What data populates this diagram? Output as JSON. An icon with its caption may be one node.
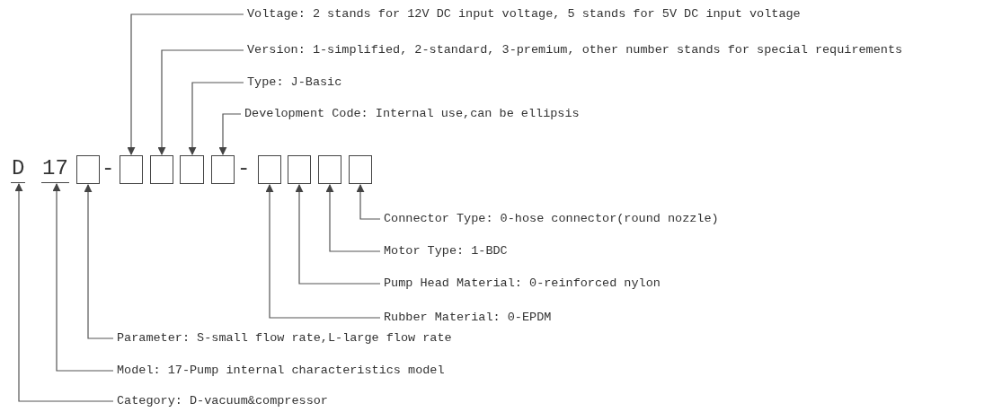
{
  "diagram": {
    "nodes": [
      {
        "text": [
          "D"
        ]
      },
      {
        "text": [
          "17"
        ]
      },
      {
        "text": [],
        "shape": "box"
      },
      {
        "text": [],
        "shape": "box"
      },
      {
        "text": [],
        "shape": "box"
      },
      {
        "text": [],
        "shape": "box"
      },
      {
        "text": [],
        "shape": "box"
      },
      {
        "text": [],
        "shape": "box"
      },
      {
        "text": [],
        "shape": "box"
      },
      {
        "text": [],
        "shape": "box"
      },
      {
        "text": [],
        "shape": "box"
      },
      {
        "text": [
          "Voltage: 2 stands for 12V DC input voltage, 5 stands for 5V DC input voltage"
        ]
      },
      {
        "text": [
          "Version: 1-simplified, 2-standard, 3-premium, other number stands for special requirements"
        ]
      },
      {
        "text": [
          "Type: J-Basic"
        ]
      },
      {
        "text": [
          "Development Code: Internal use,can be ellipsis"
        ]
      },
      {
        "text": [
          "Connector Type: 0-hose connector(round nozzle)"
        ]
      },
      {
        "text": [
          "Motor Type: 1-BDC"
        ]
      },
      {
        "text": [
          "Pump Head Material: 0-reinforced nylon"
        ]
      },
      {
        "text": [
          "Rubber Material: 0-EPDM"
        ]
      },
      {
        "text": [
          "Parameter: S-small flow rate,L-large flow rate"
        ]
      },
      {
        "text": [
          "Model: 17-Pump internal characteristics model"
        ]
      },
      {
        "text": [
          "Category: D-vacuum&compressor"
        ]
      }
    ],
    "edges": [
      {
        "from": 11,
        "to": 3,
        "arrow": "to"
      },
      {
        "from": 12,
        "to": 4,
        "arrow": "to"
      },
      {
        "from": 13,
        "to": 5,
        "arrow": "to"
      },
      {
        "from": 14,
        "to": 6,
        "arrow": "to"
      },
      {
        "from": 15,
        "to": 10,
        "arrow": "to"
      },
      {
        "from": 16,
        "to": 9,
        "arrow": "to"
      },
      {
        "from": 17,
        "to": 8,
        "arrow": "to"
      },
      {
        "from": 18,
        "to": 7,
        "arrow": "to"
      },
      {
        "from": 19,
        "to": 2,
        "arrow": "to"
      },
      {
        "from": 20,
        "to": 1,
        "arrow": "to"
      },
      {
        "from": 21,
        "to": 0,
        "arrow": "to"
      }
    ],
    "labels": [
      "-",
      "-"
    ]
  }
}
